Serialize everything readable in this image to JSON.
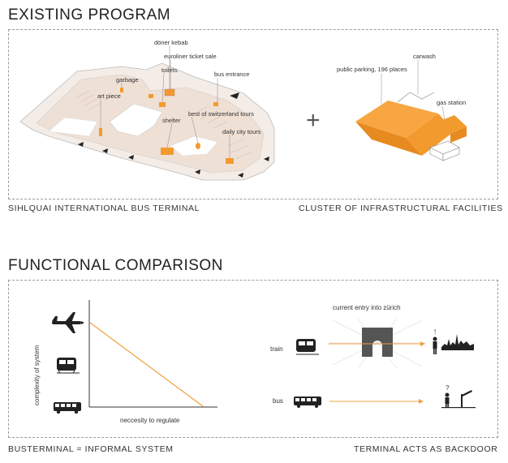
{
  "section1": {
    "title": "EXISTING PROGRAM",
    "caption_left": "SIHLQUAI INTERNATIONAL BUS TERMINAL",
    "caption_right": "CLUSTER OF INFRASTRUCTURAL FACILITIES",
    "plus": "+",
    "terminal_labels": {
      "doner": "döner kebab",
      "euroliner": "euroliner ticket  sale",
      "toilets": "toilets",
      "bus_entrance": "bus entrance",
      "garbage": "garbage",
      "art_piece": "art piece",
      "best_tours": "best of switzerland tours",
      "shelter": "shelter",
      "daily_tours": "daily city tours"
    },
    "facility_labels": {
      "parking": "public parking, 196 places",
      "carwash": "carwash",
      "gas": "gas station"
    }
  },
  "section2": {
    "title": "FUNCTIONAL COMPARISON",
    "caption_left": "BUSTERMINAL = INFORMAL SYSTEM",
    "caption_right": "TERMINAL  ACTS AS BACKDOOR",
    "y_axis_label": "complexity of system",
    "x_axis_label": "neccesity to regulate",
    "entry_title": "current entry into zürich",
    "train_label": "train",
    "bus_label": "bus",
    "exclaim": "!",
    "question": "?"
  },
  "colors": {
    "accent": "#f39a2e",
    "line": "#f0a040",
    "dark": "#222222"
  }
}
